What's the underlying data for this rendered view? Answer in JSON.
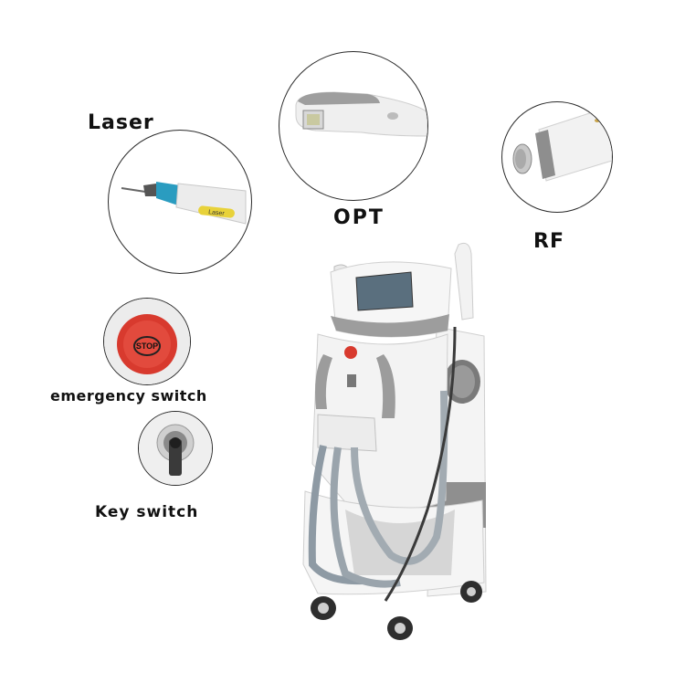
{
  "labels": {
    "laser": "Laser",
    "opt": "OPT",
    "rf": "RF",
    "emergency": "emergency switch",
    "key": "Key switch"
  },
  "handpiece_text": {
    "laser_tag": "Laser",
    "stop_button": "STOP"
  },
  "colors": {
    "machine_body": "#f3f3f3",
    "accent_gray": "#9a9a9a",
    "stop_red": "#d83a2e",
    "laser_tip": "#2a9cc0",
    "laser_tag": "#e8d23a"
  }
}
